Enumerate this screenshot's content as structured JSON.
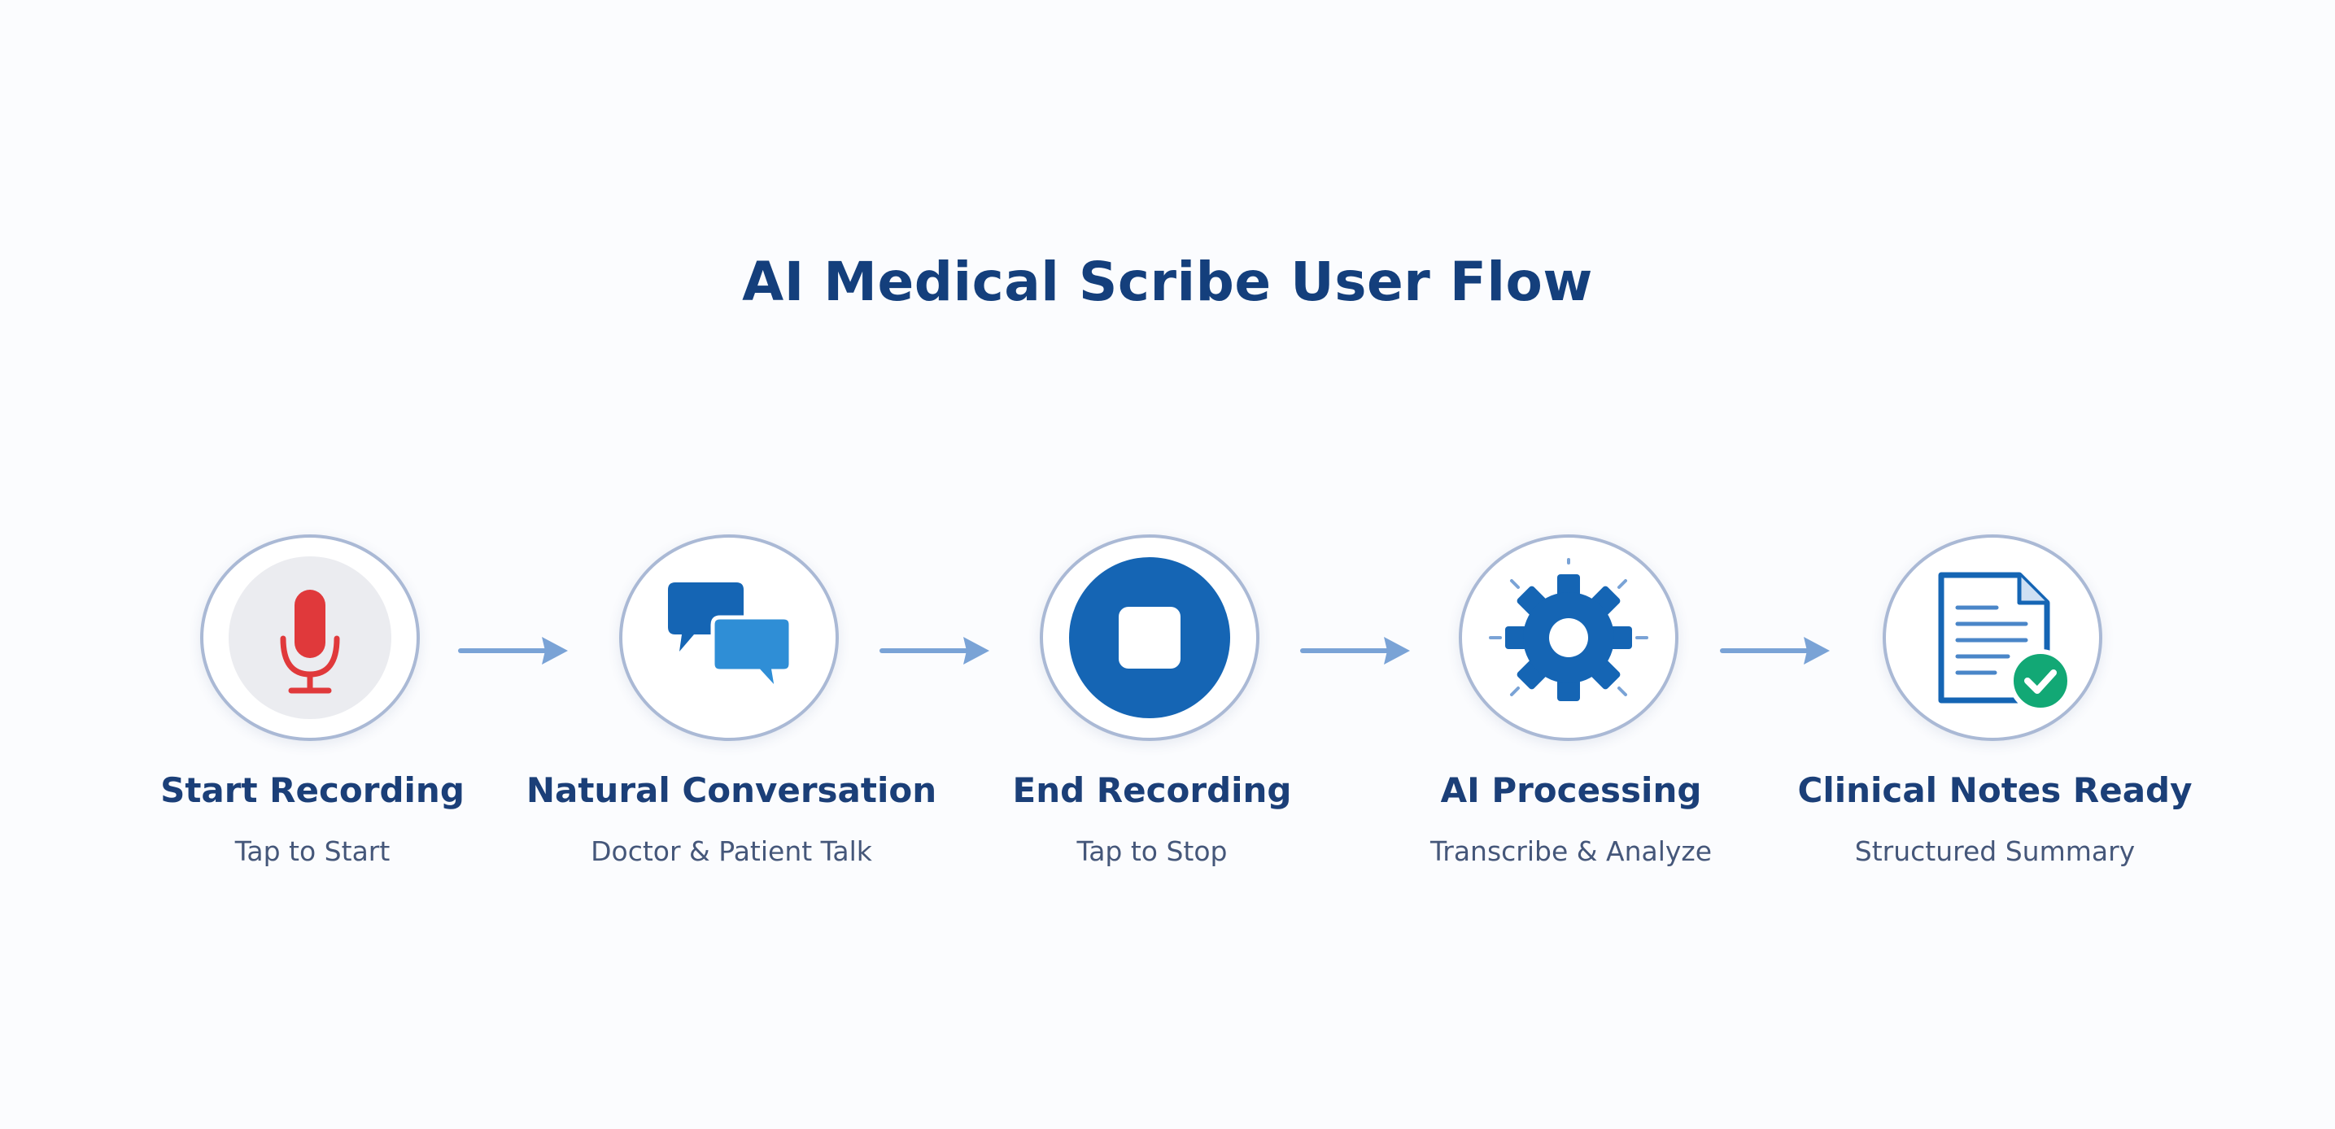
{
  "title": "AI Medical Scribe User Flow",
  "colors": {
    "title": "#143f7c",
    "step_title": "#1b3f78",
    "subtitle": "#45577a",
    "circle_border": "#aab9d5",
    "arrow": "#7aa3d6",
    "primary_blue": "#1565b4",
    "light_blue": "#2f8ed6",
    "mic_red": "#e0393b",
    "check_green": "#12a875"
  },
  "steps": [
    {
      "title": "Start Recording",
      "subtitle": "Tap to Start",
      "icon": "microphone-icon"
    },
    {
      "title": "Natural Conversation",
      "subtitle": "Doctor & Patient Talk",
      "icon": "chat-bubbles-icon"
    },
    {
      "title": "End Recording",
      "subtitle": "Tap to Stop",
      "icon": "stop-icon"
    },
    {
      "title": "AI Processing",
      "subtitle": "Transcribe & Analyze",
      "icon": "gear-icon"
    },
    {
      "title": "Clinical Notes Ready",
      "subtitle": "Structured Summary",
      "icon": "document-check-icon"
    }
  ]
}
